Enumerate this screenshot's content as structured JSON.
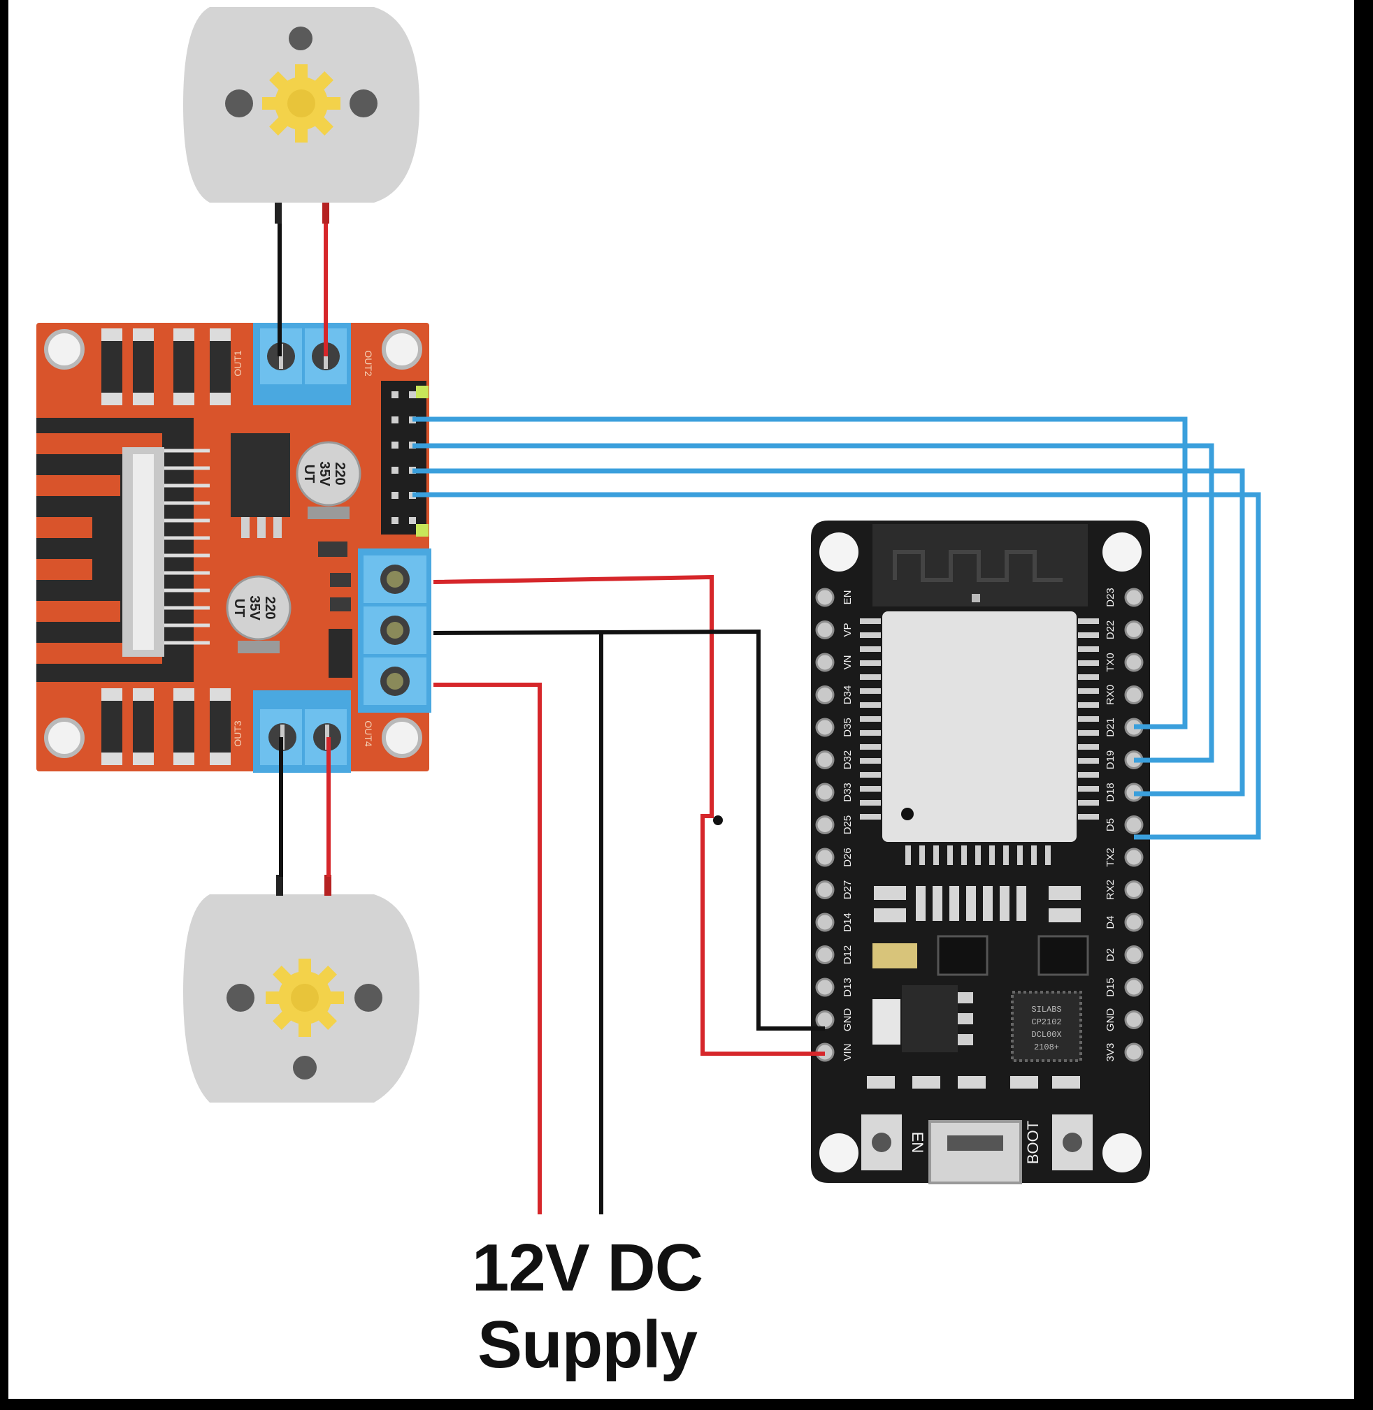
{
  "supply": {
    "line1": "12V DC",
    "line2": "Supply"
  },
  "esp32": {
    "left_pins": [
      "EN",
      "VP",
      "VN",
      "D34",
      "D35",
      "D32",
      "D33",
      "D25",
      "D26",
      "D27",
      "D14",
      "D12",
      "D13",
      "GND",
      "VIN"
    ],
    "right_pins": [
      "D23",
      "D22",
      "TX0",
      "RX0",
      "D21",
      "D19",
      "D18",
      "D5",
      "TX2",
      "RX2",
      "D4",
      "D2",
      "D15",
      "GND",
      "3V3"
    ],
    "buttons": {
      "left": "EN",
      "right": "BOOT"
    },
    "chip_text": [
      "SILABS",
      "CP2102",
      "DCL00X",
      "2108+"
    ]
  },
  "l298n": {
    "terminals": {
      "top_left": "OUT1",
      "top_right": "OUT2",
      "bottom_left": "OUT3",
      "bottom_right": "OUT4"
    },
    "cap_text": [
      "220",
      "35V",
      "UT"
    ]
  },
  "colors": {
    "blue_wire": "#3a9fdc",
    "red_wire": "#d6262a",
    "black_wire": "#111111",
    "board_red": "#d9542b",
    "esp_black": "#1a1a1a",
    "motor_grey": "#d4d4d4",
    "terminal_blue": "#4aa8e0",
    "gear_yellow": "#f3d24a"
  }
}
